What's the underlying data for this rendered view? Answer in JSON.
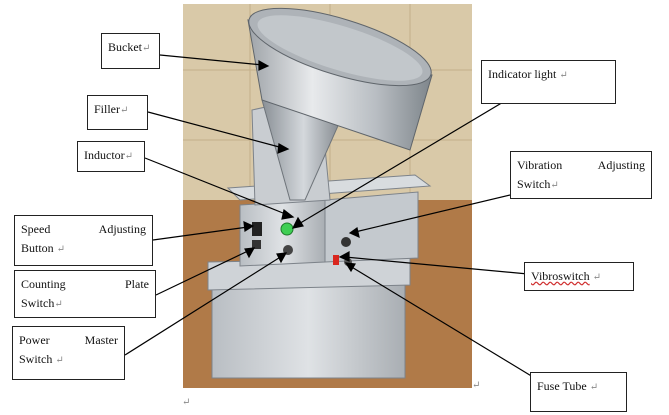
{
  "labels": {
    "bucket": "Bucket",
    "filler": "Filler",
    "inductor": "Inductor",
    "speed_line1": "Speed Adjusting",
    "speed_line2": "Button",
    "counting_line1": "Counting Plate",
    "counting_line2": "Switch",
    "power_line1": "Power Master",
    "power_line2": "Switch",
    "indicator": "Indicator light",
    "vibration_line1": "Vibration Adjusting",
    "vibration_line2": "Switch",
    "vibroswitch": "Vibroswitch",
    "fuse": "Fuse Tube"
  },
  "para_mark": "↵",
  "colors": {
    "wall": "#d9c9a8",
    "floor": "#b07a48",
    "steel": "#c8ccd0",
    "steel_dark": "#8e9499",
    "indicator_green": "#3fcf54",
    "switch_red": "#d9261e"
  }
}
